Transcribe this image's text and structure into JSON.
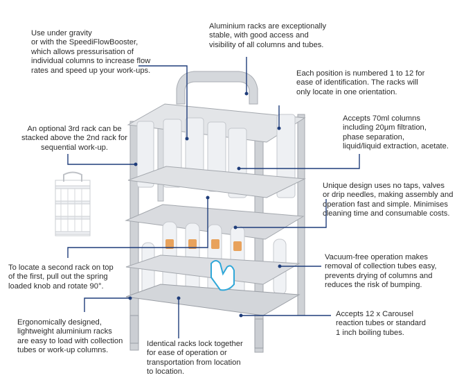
{
  "callouts": {
    "gravity": "Use under gravity\nor with the SpeediFlowBooster,\nwhich allows pressurisation of\nindividual columns to increase flow\nrates and speed up your work-ups.",
    "aluminium": "Aluminium racks are exceptionally\nstable, with good access and\nvisibility of all columns and tubes.",
    "numbered": "Each position is numbered 1 to 12 for\nease of identification. The racks will\nonly locate in one orientation.",
    "third_rack": "An optional 3rd rack can be\nstacked above the 2nd rack for\nsequential work-up.",
    "columns_70ml": "Accepts 70ml columns\nincluding 20μm filtration,\nphase separation,\nliquid/liquid extraction, acetate.",
    "unique_design": "Unique design uses no taps, valves\nor drip needles, making assembly and\noperation fast and simple. Minimises\ncleaning time and consumable costs.",
    "second_rack": "To locate a second rack on top\nof the first, pull out the spring\nloaded knob and rotate 90°.",
    "vacuum_free": "Vacuum-free operation makes\nremoval of collection tubes easy,\nprevents drying of columns and\nreduces the risk of bumping.",
    "ergonomic": "Ergonomically designed,\nlightweight aluminium racks\nare easy to load with collection\ntubes or work-up columns.",
    "identical_racks": "Identical racks lock together\nfor ease of operation or\ntransportation from location\nto location.",
    "carousel_tubes": "Accepts 12 x Carousel\nreaction tubes or standard\n1 inch boiling tubes."
  },
  "colors": {
    "leader_line": "#1f3d7a",
    "rack": "#c9ccd1",
    "rack_dark": "#9a9ea5",
    "accent": "#2fa7d8"
  }
}
